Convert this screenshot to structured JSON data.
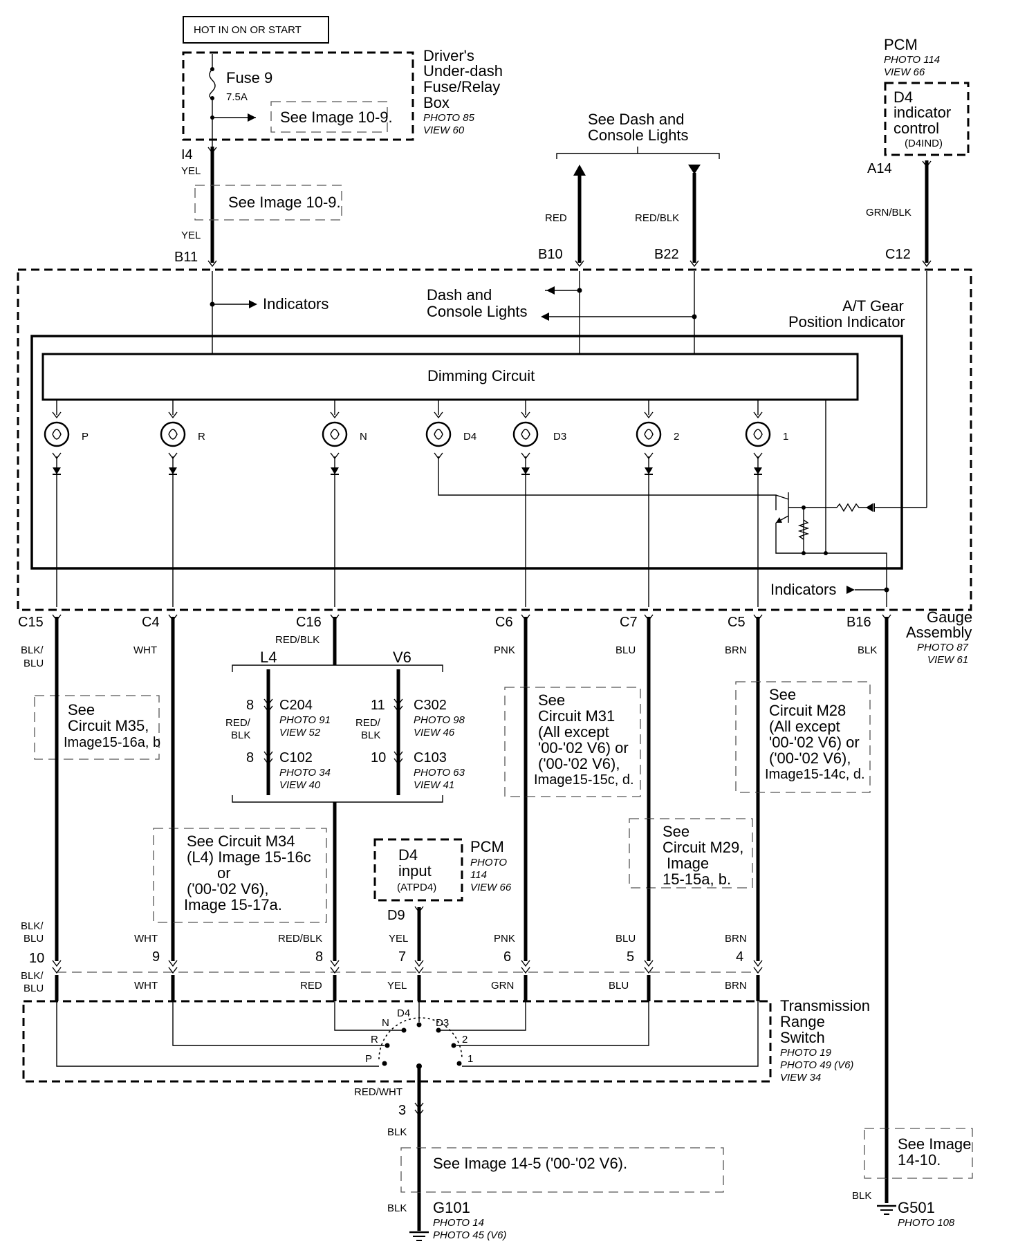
{
  "top_box": "HOT IN ON OR START",
  "fuse": {
    "name": "Fuse 9",
    "rating": "7.5A",
    "see": "See Image 10-9."
  },
  "fuse_box": {
    "l1": "Driver's",
    "l2": "Under-dash",
    "l3": "Fuse/Relay",
    "l4": "Box",
    "photo": "PHOTO 85",
    "view": "VIEW 60"
  },
  "i4": {
    "pin": "I4",
    "color": "YEL",
    "see": "See Image 10-9.",
    "color2": "YEL"
  },
  "pcm_top": {
    "name": "PCM",
    "photo": "PHOTO 114",
    "view": "VIEW 66",
    "l1": "D4",
    "l2": "indicator",
    "l3": "control",
    "l4": "(D4IND)",
    "pin": "A14",
    "color": "GRN/BLK"
  },
  "dash_ref": {
    "l1": "See Dash and",
    "l2": "Console Lights"
  },
  "wire_labels": {
    "red": "RED",
    "red_blk": "RED/BLK"
  },
  "connectors_top": {
    "b11": "B11",
    "b10": "B10",
    "b22": "B22",
    "c12": "C12"
  },
  "gauge_inner": {
    "indicators": "Indicators",
    "dash1": "Dash and",
    "dash2": "Console Lights",
    "at1": "A/T Gear",
    "at2": "Position Indicator",
    "dimming": "Dimming Circuit",
    "indicators2": "Indicators"
  },
  "lamps": [
    "P",
    "R",
    "N",
    "D4",
    "D3",
    "2",
    "1"
  ],
  "conn_bottom": {
    "c15": "C15",
    "c4": "C4",
    "c16": "C16",
    "c6": "C6",
    "c7": "C7",
    "c5": "C5",
    "b16": "B16",
    "blk_blu_1": "BLK/",
    "blk_blu_2": "BLU",
    "wht": "WHT",
    "red_blk": "RED/BLK",
    "pnk": "PNK",
    "blu": "BLU",
    "brn": "BRN",
    "blk": "BLK"
  },
  "gauge_assembly": {
    "l1": "Gauge",
    "l2": "Assembly",
    "photo": "PHOTO 87",
    "view": "VIEW 61"
  },
  "see_m35": {
    "l1": "See",
    "l2": "Circuit M35,",
    "l3": "Image15-16a, b"
  },
  "l4v6": {
    "l4": "L4",
    "v6": "V6"
  },
  "c204": {
    "pin": "8",
    "name": "C204",
    "photo": "PHOTO 91",
    "view": "VIEW 52"
  },
  "c102": {
    "pin": "8",
    "name": "C102",
    "photo": "PHOTO 34",
    "view": "VIEW 40"
  },
  "c302": {
    "pin": "11",
    "name": "C302",
    "photo": "PHOTO 98",
    "view": "VIEW 46"
  },
  "c103": {
    "pin": "10",
    "name": "C103",
    "photo": "PHOTO 63",
    "view": "VIEW 41"
  },
  "mid_color": {
    "l1": "RED/",
    "l2": "BLK"
  },
  "see_m31": {
    "l1": "See",
    "l2": "Circuit M31",
    "l3": "(All except",
    "l4": "'00-'02 V6) or",
    "l5": "('00-'02 V6),",
    "l6": "Image15-15c, d."
  },
  "see_m28": {
    "l1": "See",
    "l2": "Circuit M28",
    "l3": "(All except",
    "l4": "'00-'02 V6) or",
    "l5": "('00-'02 V6),",
    "l6": "Image15-14c, d."
  },
  "see_m34": {
    "l1": "See Circuit M34",
    "l2": "(L4) Image 15-16c",
    "l3": "or",
    "l4": "('00-'02 V6),",
    "l5": "Image 15-17a."
  },
  "pcm_mid": {
    "l1": "D4",
    "l2": "input",
    "l3": "(ATPD4)",
    "name": "PCM",
    "photo": "PHOTO",
    "photo2": "114",
    "view": "VIEW 66",
    "pin": "D9",
    "color": "YEL"
  },
  "see_m29": {
    "l1": "See",
    "l2": "Circuit M29,",
    "l3": "Image",
    "l4": "15-15a, b."
  },
  "lower_conn": {
    "p10": "10",
    "p9": "9",
    "p8": "8",
    "p7": "7",
    "p6": "6",
    "p5": "5",
    "p4": "4",
    "u_blkblu1": "BLK/",
    "u_blkblu2": "BLU",
    "u_wht": "WHT",
    "u_redblk": "RED/BLK",
    "u_yel": "YEL",
    "u_pnk": "PNK",
    "u_blu": "BLU",
    "u_brn": "BRN",
    "l_blkblu1": "BLK/",
    "l_blkblu2": "BLU",
    "l_wht": "WHT",
    "l_red": "RED",
    "l_yel": "YEL",
    "l_grn": "GRN",
    "l_blu": "BLU",
    "l_brn": "BRN"
  },
  "switch_positions": {
    "d4": "D4",
    "n": "N",
    "d3": "D3",
    "r": "R",
    "two": "2",
    "p": "P",
    "one": "1"
  },
  "trs": {
    "l1": "Transmission",
    "l2": "Range",
    "l3": "Switch",
    "photo1": "PHOTO 19",
    "photo2": "PHOTO 49 (V6)",
    "view": "VIEW 34"
  },
  "ground1": {
    "color_top": "RED/WHT",
    "pin": "3",
    "color": "BLK",
    "see": "See Image 14-5 ('00-'02 V6).",
    "color2": "BLK",
    "name": "G101",
    "photo1": "PHOTO 14",
    "photo2": "PHOTO 45 (V6)"
  },
  "ground2": {
    "see1": "See Image",
    "see2": "14-10.",
    "color": "BLK",
    "name": "G501",
    "photo": "PHOTO 108"
  }
}
